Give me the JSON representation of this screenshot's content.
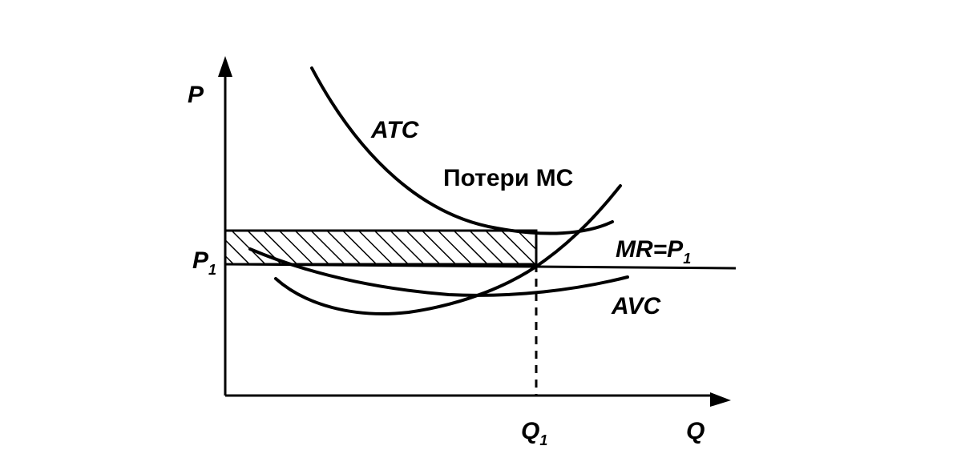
{
  "diagram": {
    "axes": {
      "y_label": "P",
      "x_label": "Q"
    },
    "points": {
      "price_label": "P",
      "price_subscript": "1",
      "quantity_label": "Q",
      "quantity_subscript": "1"
    },
    "curves": {
      "atc_label": "ATC",
      "avc_label": "AVC",
      "mc_label": "Потери MC",
      "mr_label_main": "MR=P",
      "mr_label_subscript": "1"
    },
    "shaded_area": {
      "pattern": "diagonal-hatch",
      "meaning_label": "Потери"
    }
  }
}
